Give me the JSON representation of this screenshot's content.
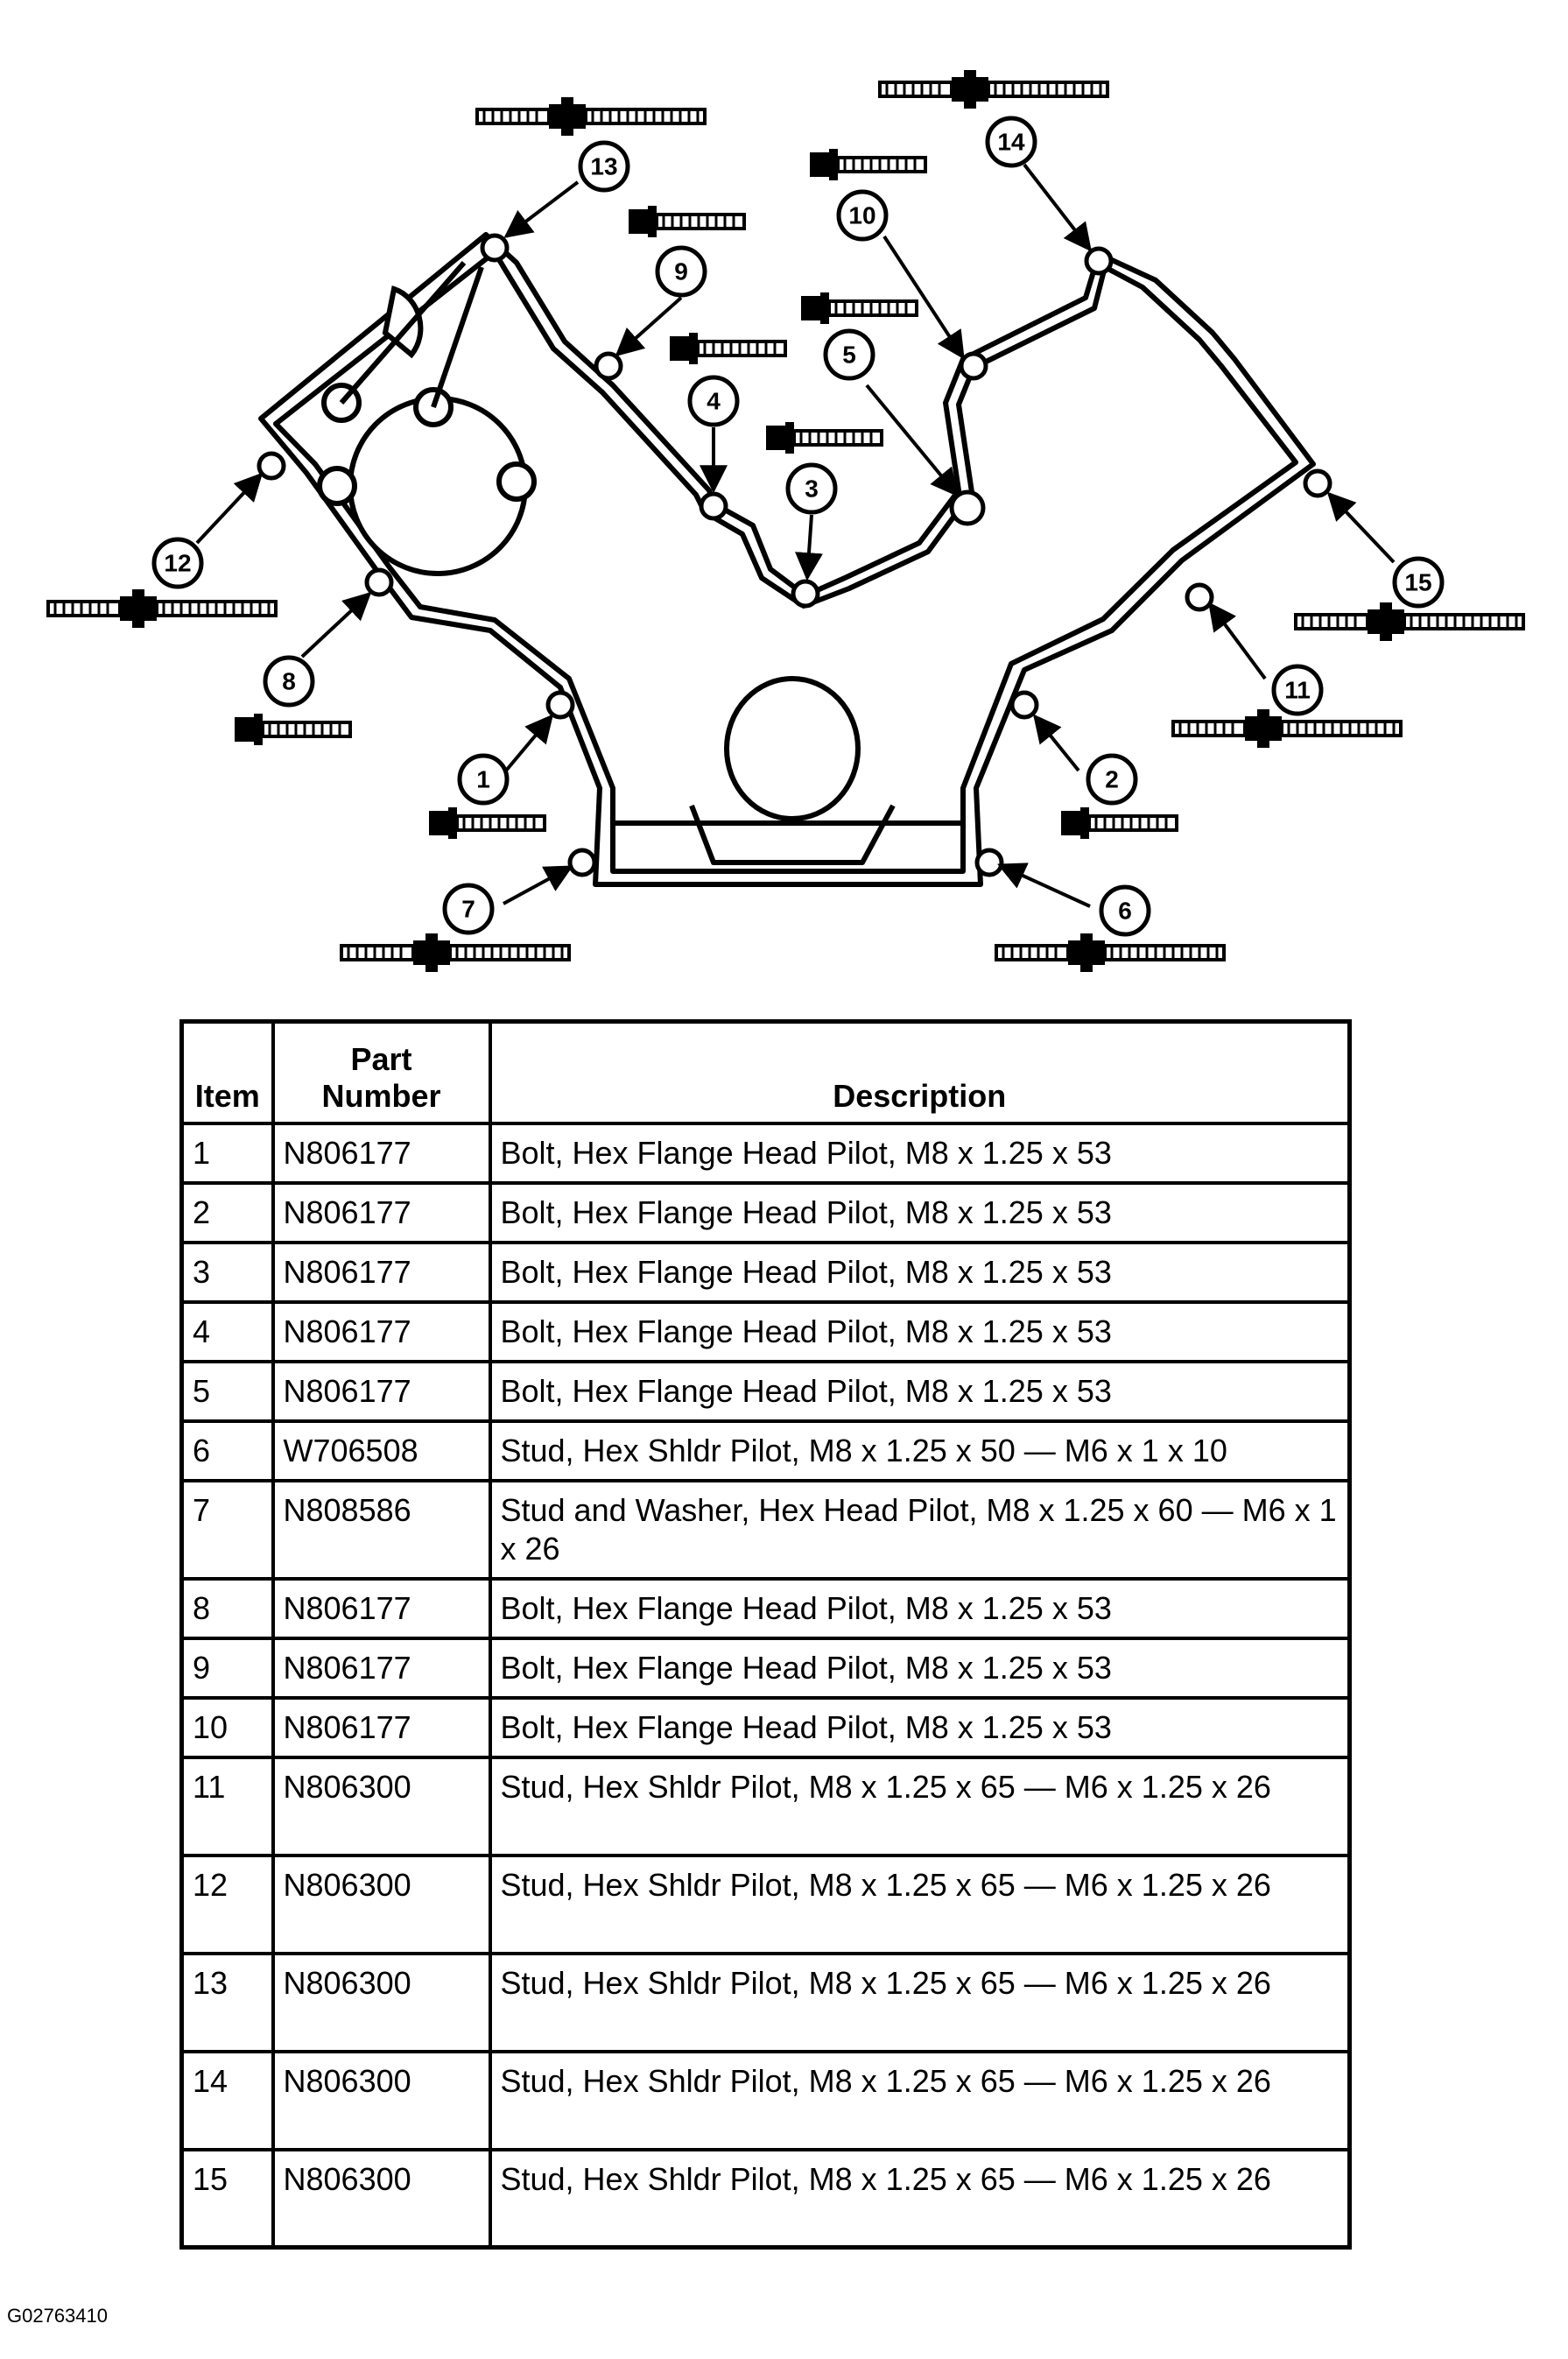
{
  "diagram": {
    "callouts": [
      "1",
      "2",
      "3",
      "4",
      "5",
      "6",
      "7",
      "8",
      "9",
      "10",
      "11",
      "12",
      "13",
      "14",
      "15"
    ]
  },
  "table": {
    "headers": {
      "item": "Item",
      "part_line1": "Part",
      "part_line2": "Number",
      "description": "Description"
    },
    "rows": [
      {
        "item": "1",
        "part": "N806177",
        "desc": "Bolt, Hex Flange Head Pilot, M8 x 1.25 x 53"
      },
      {
        "item": "2",
        "part": "N806177",
        "desc": "Bolt, Hex Flange Head Pilot, M8 x 1.25 x 53"
      },
      {
        "item": "3",
        "part": "N806177",
        "desc": "Bolt, Hex Flange Head Pilot, M8 x 1.25 x 53"
      },
      {
        "item": "4",
        "part": "N806177",
        "desc": "Bolt, Hex Flange Head Pilot, M8 x 1.25 x 53"
      },
      {
        "item": "5",
        "part": "N806177",
        "desc": "Bolt, Hex Flange Head Pilot, M8 x 1.25 x 53"
      },
      {
        "item": "6",
        "part": "W706508",
        "desc": "Stud, Hex Shldr Pilot, M8 x 1.25 x 50 — M6 x 1 x 10"
      },
      {
        "item": "7",
        "part": "N808586",
        "desc": "Stud and Washer, Hex Head Pilot, M8 x 1.25 x 60 — M6 x 1 x 26"
      },
      {
        "item": "8",
        "part": "N806177",
        "desc": "Bolt, Hex Flange Head Pilot, M8 x 1.25 x 53"
      },
      {
        "item": "9",
        "part": "N806177",
        "desc": "Bolt, Hex Flange Head Pilot, M8 x 1.25 x 53"
      },
      {
        "item": "10",
        "part": "N806177",
        "desc": "Bolt, Hex Flange Head Pilot, M8 x 1.25 x 53"
      },
      {
        "item": "11",
        "part": "N806300",
        "desc": "Stud, Hex Shldr Pilot, M8 x 1.25 x 65 — M6 x 1.25 x 26"
      },
      {
        "item": "12",
        "part": "N806300",
        "desc": "Stud, Hex Shldr Pilot, M8 x 1.25 x 65 — M6 x 1.25 x 26"
      },
      {
        "item": "13",
        "part": "N806300",
        "desc": "Stud, Hex Shldr Pilot, M8 x 1.25 x 65 — M6 x 1.25 x 26"
      },
      {
        "item": "14",
        "part": "N806300",
        "desc": "Stud, Hex Shldr Pilot, M8 x 1.25 x 65 — M6 x 1.25 x 26"
      },
      {
        "item": "15",
        "part": "N806300",
        "desc": "Stud, Hex Shldr Pilot, M8 x 1.25 x 65 — M6 x 1.25 x 26"
      }
    ]
  },
  "figure_code": "G02763410"
}
